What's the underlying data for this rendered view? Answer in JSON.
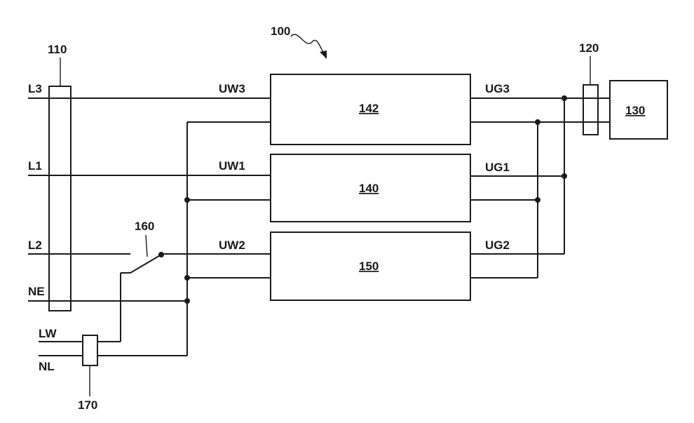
{
  "labels": {
    "ref100": "100",
    "ref110": "110",
    "ref120": "120",
    "ref130": "130",
    "ref140": "140",
    "ref142": "142",
    "ref150": "150",
    "ref160": "160",
    "ref170": "170",
    "l3": "L3",
    "l1": "L1",
    "l2": "L2",
    "ne": "NE",
    "lw": "LW",
    "nl": "NL",
    "uw3": "UW3",
    "uw1": "UW1",
    "uw2": "UW2",
    "ug3": "UG3",
    "ug1": "UG1",
    "ug2": "UG2"
  }
}
